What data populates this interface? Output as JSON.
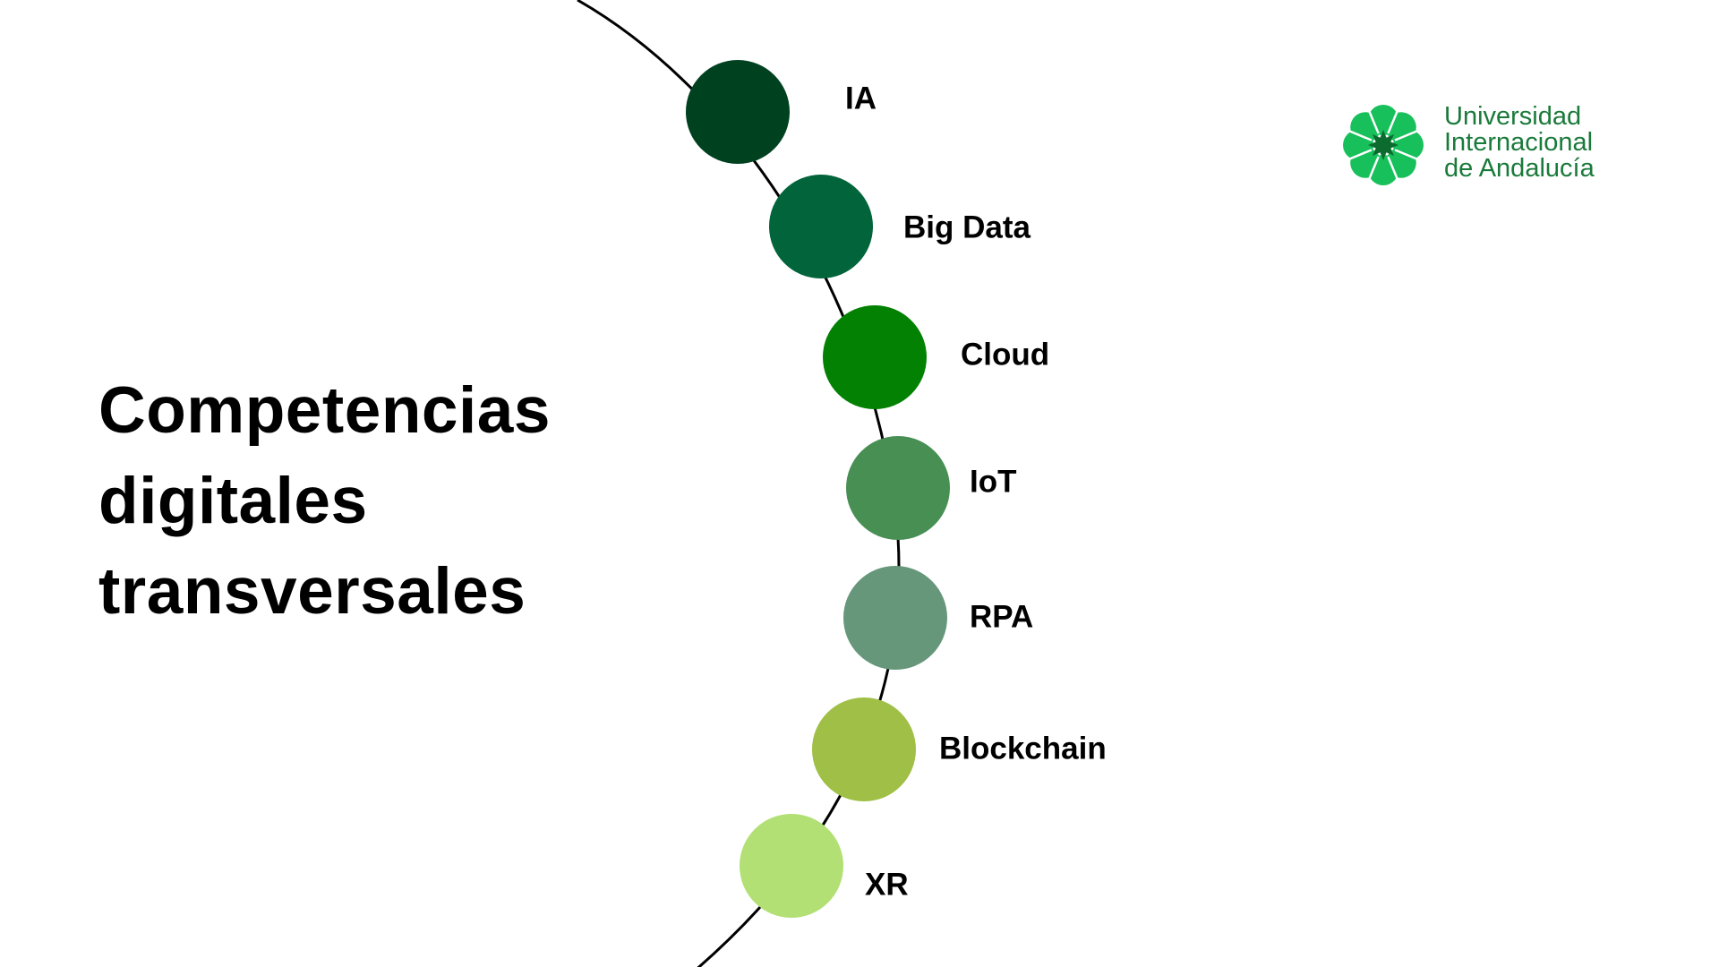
{
  "title": {
    "line1": "Competencias",
    "line2": "digitales",
    "line3": "transversales"
  },
  "logo": {
    "line1": "Universidad",
    "line2": "Internacional",
    "line3": "de Andalucía",
    "icon": "star-ornament-icon",
    "color": "#1a7a3a",
    "icon_color": "#17c05a",
    "icon_center_color": "#0c6b2f"
  },
  "competencies": [
    {
      "label": "IA",
      "color": "#004220"
    },
    {
      "label": "Big Data",
      "color": "#02643a"
    },
    {
      "label": "Cloud",
      "color": "#028102"
    },
    {
      "label": "IoT",
      "color": "#488f54"
    },
    {
      "label": "RPA",
      "color": "#67977a"
    },
    {
      "label": "Blockchain",
      "color": "#9fbf46"
    },
    {
      "label": "XR",
      "color": "#b2e074"
    }
  ]
}
